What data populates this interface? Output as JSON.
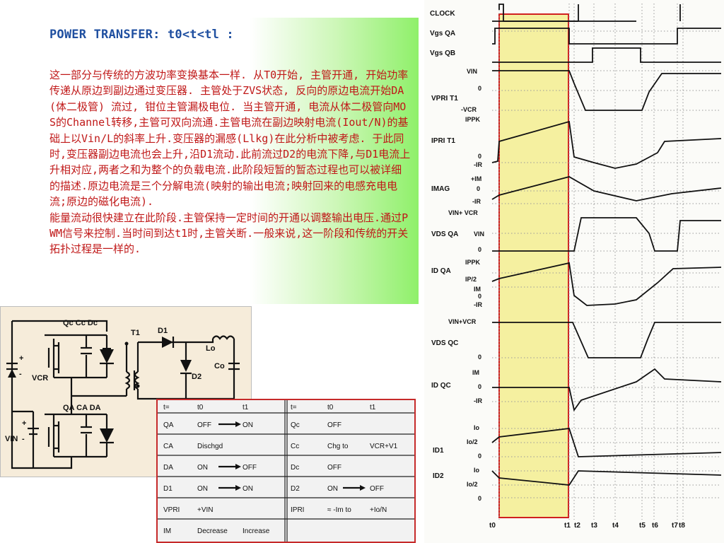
{
  "slide": {
    "title": "POWER TRANSFER: t0<t<tl :",
    "body": "这一部分与传统的方波功率变换基本一样. 从T0开始, 主管开通, 开始功率传递从原边到副边通过变压器. 主管处于ZVS状态, 反向的原边电流开始DA (体二极管) 流过, 钳位主管漏极电位. 当主管开通, 电流从体二极管向MOS的Channel转移,主管可双向流通.主管电流在副边映射电流(Iout/N)的基础上以Vin/L的斜率上升.变压器的漏感(Llkg)在此分析中被考虑. 于此同时,变压器副边电流也会上升,沿D1流动.此前流过D2的电流下降,与D1电流上升相对应,两者之和为整个的负载电流.此阶段短暂的暂态过程也可以被详细的描述.原边电流是三个分解电流(映射的输出电流;映射回来的电感充电电流;原边的磁化电流).\n能量流动很快建立在此阶段.主管保持一定时间的开通以调整输出电压.通过PWM信号来控制.当时间到达t1时,主管关断.一般来说,这一阶段和传统的开关拓扑过程是一样的."
  },
  "circuit": {
    "top_switch_labels": [
      "Qc",
      "Cc",
      "Dc"
    ],
    "bottom_switch_labels": [
      "QA",
      "CA",
      "DA"
    ],
    "transformer": "T1",
    "diode_d1": "D1",
    "diode_d2": "D2",
    "inductor": "Lo",
    "output_cap": "Co",
    "clamp_cap": "VCR",
    "input": "VIN",
    "plus": "+",
    "minus": "-"
  },
  "state_table": {
    "headers": [
      "t=",
      "t0",
      "t1",
      "t=",
      "t0",
      "t1"
    ],
    "rows": [
      [
        "QA",
        "OFF",
        "ON",
        "Qc",
        "OFF",
        ""
      ],
      [
        "CA",
        "Dischgd",
        "",
        "Cc",
        "Chg to",
        "VCR+V1"
      ],
      [
        "DA",
        "ON",
        "OFF",
        "Dc",
        "OFF",
        ""
      ],
      [
        "D1",
        "ON",
        "ON",
        "D2",
        "ON",
        "OFF"
      ],
      [
        "VPRI",
        "+VIN",
        "",
        "IPRI",
        "≈ -Im to",
        "+Io/N"
      ],
      [
        "IM",
        "Decrease",
        "Increase",
        "",
        "",
        ""
      ]
    ],
    "left_arrow_rows": [
      0,
      2,
      3
    ],
    "right_arrow_rows": [
      3
    ]
  },
  "waveforms": {
    "signal_labels": [
      "CLOCK",
      "Vgs QA",
      "Vgs QB",
      "VPRI T1",
      "IPRI T1",
      "IMAG",
      "VDS QA",
      "ID QA",
      "VDS QC",
      "ID QC",
      "ID1",
      "ID2"
    ],
    "level_labels": {
      "vpri": [
        "VIN",
        "0",
        "-VCR"
      ],
      "ipri": [
        "IPPK",
        "0",
        "-IR"
      ],
      "imag": [
        "+IM",
        "0",
        "-IR"
      ],
      "vdsqa": [
        "VIN+ VCR",
        "VIN",
        "0"
      ],
      "idqa": [
        "IPPK",
        "IP/2",
        "IM",
        "0",
        "-IR"
      ],
      "vdsqc": [
        "VIN+VCR",
        "0"
      ],
      "idqc": [
        "IM",
        "0",
        "-IR"
      ],
      "id1": [
        "Io",
        "Io/2",
        "0"
      ],
      "id2": [
        "Io",
        "Io/2",
        "0"
      ]
    },
    "time_labels": [
      "t0",
      "t1",
      "t2",
      "t3",
      "t4",
      "t5",
      "t6",
      "t7",
      "t8"
    ],
    "highlight_color": "#f5f0a0",
    "highlight_border": "#d02020"
  }
}
